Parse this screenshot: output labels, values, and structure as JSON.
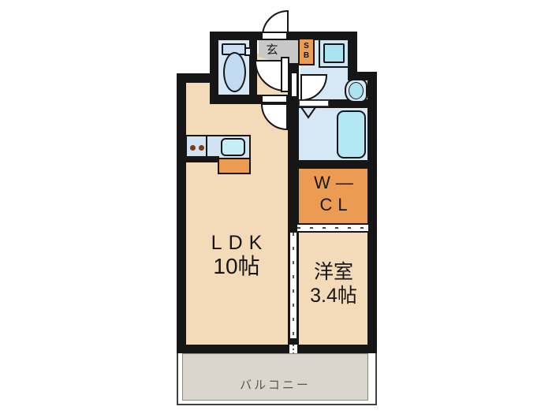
{
  "colors": {
    "wall": "#161616",
    "beige": "#F3DAB8",
    "blue": "#D6E8F5",
    "aqua": "#ACE3F1",
    "orange": "#EC9B52",
    "genkan_gray": "#C8C8C8",
    "counter_blue": "#CFE3F3",
    "balcony_gray": "#DAD6CE",
    "balcony_text": "#56564E",
    "burner": "#7C3C10"
  },
  "rooms": {
    "ldk": {
      "label": "LDK",
      "size": "10帖"
    },
    "western": {
      "label": "洋室",
      "size": "3.4帖"
    },
    "walk_in_closet": {
      "line1": "W—",
      "line2": "CL"
    },
    "balcony": {
      "label": "バルコニー"
    },
    "entrance": {
      "label": "玄"
    },
    "shoe_box": {
      "line1": "S",
      "line2": "B"
    }
  }
}
